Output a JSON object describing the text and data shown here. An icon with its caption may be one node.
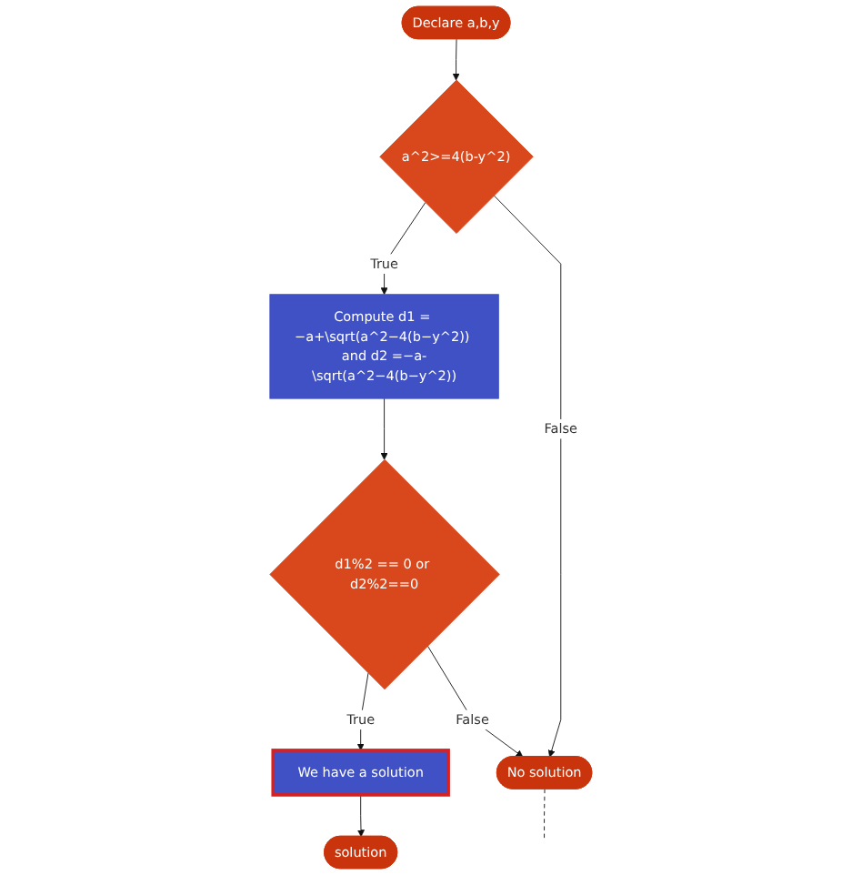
{
  "diagram": {
    "nodes": [
      {
        "text": [
          "Declare a,b,y"
        ]
      },
      {
        "text": [
          "a^2>=4(b-y^2)"
        ]
      },
      {
        "text": [
          "Compute d1 = −a+\\sqrt(a^2−4(b−y^2)) and d2 =−a-\\sqrt(a^2−4(b−y^2))"
        ]
      },
      {
        "text": [
          "d1%2 == 0 or d2%2==0"
        ]
      },
      {
        "text": [
          "We have a solution"
        ]
      },
      {
        "text": [
          "No solution"
        ]
      },
      {
        "text": [
          "solution"
        ]
      }
    ],
    "edges": [
      {
        "from": 0,
        "to": 1,
        "arrow": "to"
      },
      {
        "from": 1,
        "to": 2,
        "arrow": "to",
        "label": "True"
      },
      {
        "from": 1,
        "to": 5,
        "arrow": "to",
        "label": "False"
      },
      {
        "from": 2,
        "to": 3,
        "arrow": "to"
      },
      {
        "from": 3,
        "to": 4,
        "arrow": "to",
        "label": "True"
      },
      {
        "from": 3,
        "to": 5,
        "arrow": "to",
        "label": "False"
      },
      {
        "from": 4,
        "to": 6,
        "arrow": "to"
      },
      {
        "from": 5,
        "to": null,
        "arrow": "none",
        "style": "dashed"
      }
    ]
  }
}
